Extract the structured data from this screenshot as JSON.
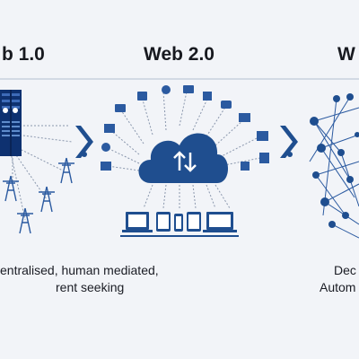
{
  "headings": {
    "web1": "b 1.0",
    "web2": "Web 2.0",
    "web3": "W"
  },
  "captions": {
    "web1_line1": "entralised, human mediated,",
    "web1_line2": "rent seeking",
    "web3_line1": "Dec",
    "web3_line2": "Autom"
  },
  "icons": {
    "cloud_symbol": "up-down-arrows-icon",
    "web1_tower": "transmission-tower-icon",
    "web1_server": "server-rack-icon",
    "devices": "device-row-icon"
  },
  "colors": {
    "background": "#f2f4f8",
    "brand_blue": "#1f4e8f",
    "deep_navy": "#0e3170",
    "divider_line": "#c7d0de",
    "dash_line": "#8a97ad",
    "heading_text": "#17191f"
  }
}
